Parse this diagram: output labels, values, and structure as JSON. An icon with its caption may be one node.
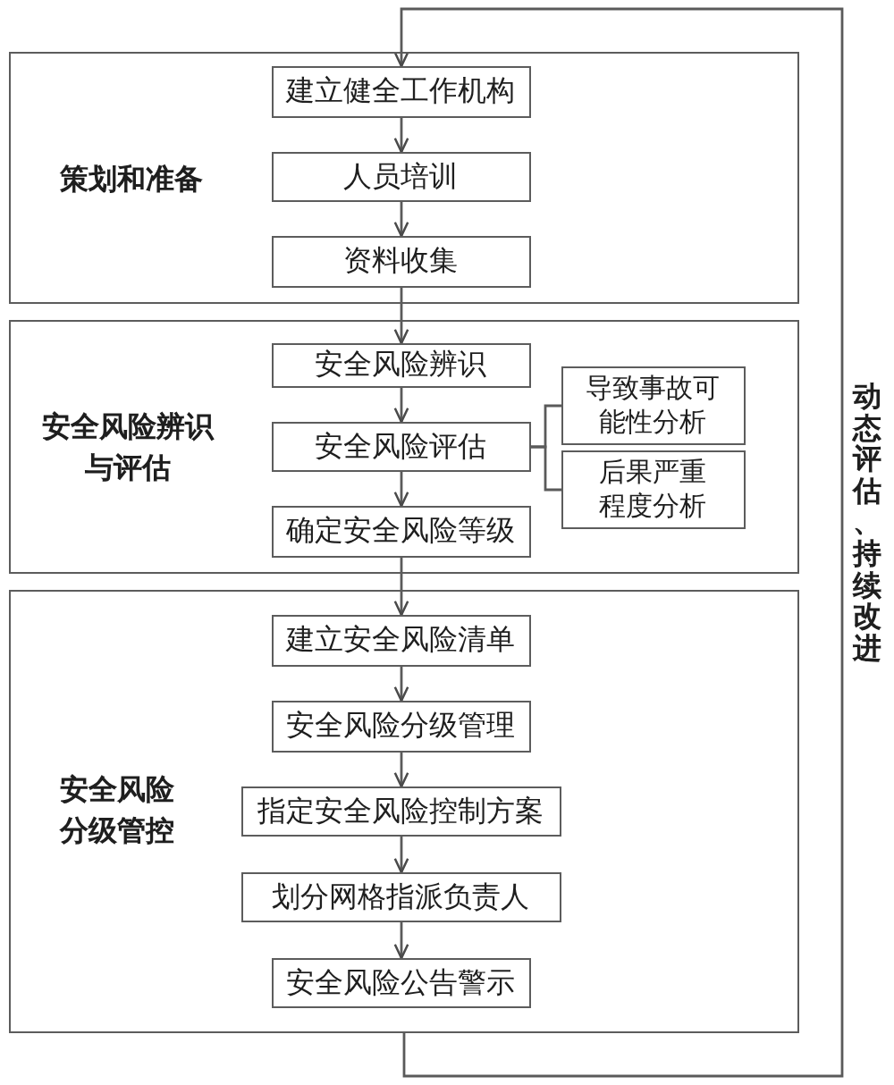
{
  "diagram": {
    "nodes": [
      {
        "text": [
          "策划和准备"
        ]
      },
      {
        "text": [
          "建立健全工作机构"
        ],
        "in": 0
      },
      {
        "text": [
          "人员培训"
        ],
        "in": 0
      },
      {
        "text": [
          "资料收集"
        ],
        "in": 0
      },
      {
        "text": [
          "安全风险辨识与评估"
        ]
      },
      {
        "text": [
          "安全风险辨识"
        ],
        "in": 4
      },
      {
        "text": [
          "安全风险评估"
        ],
        "in": 4
      },
      {
        "text": [
          "导致事故可能性分析"
        ],
        "in": 4
      },
      {
        "text": [
          "后果严重程度分析"
        ],
        "in": 4
      },
      {
        "text": [
          "确定安全风险等级"
        ],
        "in": 4
      },
      {
        "text": [
          "安全风险分级管控"
        ]
      },
      {
        "text": [
          "建立安全风险清单"
        ],
        "in": 10
      },
      {
        "text": [
          "安全风险分级管理"
        ],
        "in": 10
      },
      {
        "text": [
          "指定安全风险控制方案"
        ],
        "in": 10
      },
      {
        "text": [
          "划分网格指派负责人"
        ],
        "in": 10
      },
      {
        "text": [
          "安全风险公告警示"
        ],
        "in": 10
      }
    ],
    "edges": [
      {
        "from": 1,
        "to": 2,
        "arrow": "to"
      },
      {
        "from": 2,
        "to": 3,
        "arrow": "to"
      },
      {
        "from": 3,
        "to": 5,
        "arrow": "to"
      },
      {
        "from": 5,
        "to": 6,
        "arrow": "to"
      },
      {
        "from": 6,
        "to": 7,
        "arrow": "none"
      },
      {
        "from": 6,
        "to": 8,
        "arrow": "none"
      },
      {
        "from": 6,
        "to": 9,
        "arrow": "to"
      },
      {
        "from": 9,
        "to": 11,
        "arrow": "to"
      },
      {
        "from": 11,
        "to": 12,
        "arrow": "to"
      },
      {
        "from": 12,
        "to": 13,
        "arrow": "to"
      },
      {
        "from": 13,
        "to": 14,
        "arrow": "to"
      },
      {
        "from": 14,
        "to": 15,
        "arrow": "to"
      },
      {
        "from": 10,
        "to": 1,
        "arrow": "to",
        "label": "动态评估、持续改进"
      }
    ]
  }
}
